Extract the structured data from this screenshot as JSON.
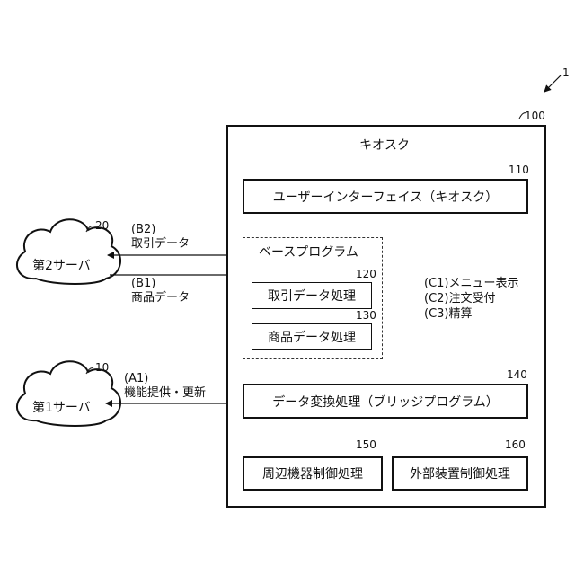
{
  "system_ref": "1",
  "kiosk": {
    "ref": "100",
    "title": "キオスク"
  },
  "ui_box": {
    "ref": "110",
    "label": "ユーザーインターフェイス（キオスク）"
  },
  "base_program": {
    "title": "ベースプログラム"
  },
  "transaction_box": {
    "ref": "120",
    "label": "取引データ処理"
  },
  "product_box": {
    "ref": "130",
    "label": "商品データ処理"
  },
  "conversion_box": {
    "ref": "140",
    "label": "データ変換処理（ブリッジプログラム）"
  },
  "peripheral_box": {
    "ref": "150",
    "label": "周辺機器制御処理"
  },
  "external_box": {
    "ref": "160",
    "label": "外部装置制御処理"
  },
  "server2": {
    "ref": "20",
    "label": "第2サーバ"
  },
  "server1": {
    "ref": "10",
    "label": "第1サーバ"
  },
  "arrow_b2": {
    "code": "(B2)",
    "text": "取引データ"
  },
  "arrow_b1": {
    "code": "(B1)",
    "text": "商品データ"
  },
  "arrow_a1": {
    "code": "(A1)",
    "text": "機能提供・更新"
  },
  "ui_labels": {
    "c1": "(C1)メニュー表示",
    "c2": "(C2)注文受付",
    "c3": "(C3)精算"
  }
}
